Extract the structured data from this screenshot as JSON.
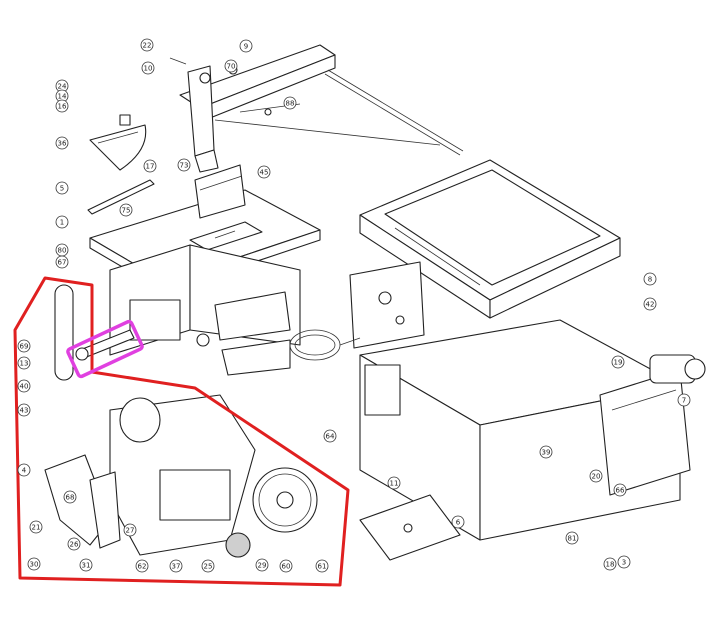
{
  "diagram": {
    "style": "exploded-view line drawing",
    "highlight_colors": {
      "region_outline": "#e02020",
      "part_box": "#e040e0"
    },
    "callouts": [
      {
        "id": "c1",
        "label": "22"
      },
      {
        "id": "c2",
        "label": "9"
      },
      {
        "id": "c3",
        "label": "10"
      },
      {
        "id": "c4",
        "label": "70"
      },
      {
        "id": "c5",
        "label": "88"
      },
      {
        "id": "c6",
        "label": "24"
      },
      {
        "id": "c7",
        "label": "14"
      },
      {
        "id": "c8",
        "label": "16"
      },
      {
        "id": "c9",
        "label": "36"
      },
      {
        "id": "c10",
        "label": "73"
      },
      {
        "id": "c11",
        "label": "17"
      },
      {
        "id": "c12",
        "label": "5"
      },
      {
        "id": "c13",
        "label": "75"
      },
      {
        "id": "c14",
        "label": "1"
      },
      {
        "id": "c15",
        "label": "80"
      },
      {
        "id": "c16",
        "label": "67"
      },
      {
        "id": "c17",
        "label": "69"
      },
      {
        "id": "c18",
        "label": "13"
      },
      {
        "id": "c19",
        "label": "40"
      },
      {
        "id": "c20",
        "label": "43"
      },
      {
        "id": "c21",
        "label": "8"
      },
      {
        "id": "c22",
        "label": "42"
      },
      {
        "id": "c23",
        "label": "19"
      },
      {
        "id": "c24",
        "label": "7"
      },
      {
        "id": "c25",
        "label": "39"
      },
      {
        "id": "c26",
        "label": "20"
      },
      {
        "id": "c27",
        "label": "45"
      },
      {
        "id": "c28",
        "label": "64"
      },
      {
        "id": "c29",
        "label": "11"
      },
      {
        "id": "c30",
        "label": "6"
      },
      {
        "id": "c31",
        "label": "81"
      },
      {
        "id": "c32",
        "label": "66"
      },
      {
        "id": "c33",
        "label": "18"
      },
      {
        "id": "c34",
        "label": "3"
      },
      {
        "id": "c35",
        "label": "4"
      },
      {
        "id": "c36",
        "label": "68"
      },
      {
        "id": "c37",
        "label": "27"
      },
      {
        "id": "c38",
        "label": "21"
      },
      {
        "id": "c39",
        "label": "26"
      },
      {
        "id": "c40",
        "label": "30"
      },
      {
        "id": "c41",
        "label": "31"
      },
      {
        "id": "c42",
        "label": "62"
      },
      {
        "id": "c43",
        "label": "37"
      },
      {
        "id": "c44",
        "label": "25"
      },
      {
        "id": "c45",
        "label": "29"
      },
      {
        "id": "c46",
        "label": "60"
      },
      {
        "id": "c47",
        "label": "61"
      }
    ]
  }
}
